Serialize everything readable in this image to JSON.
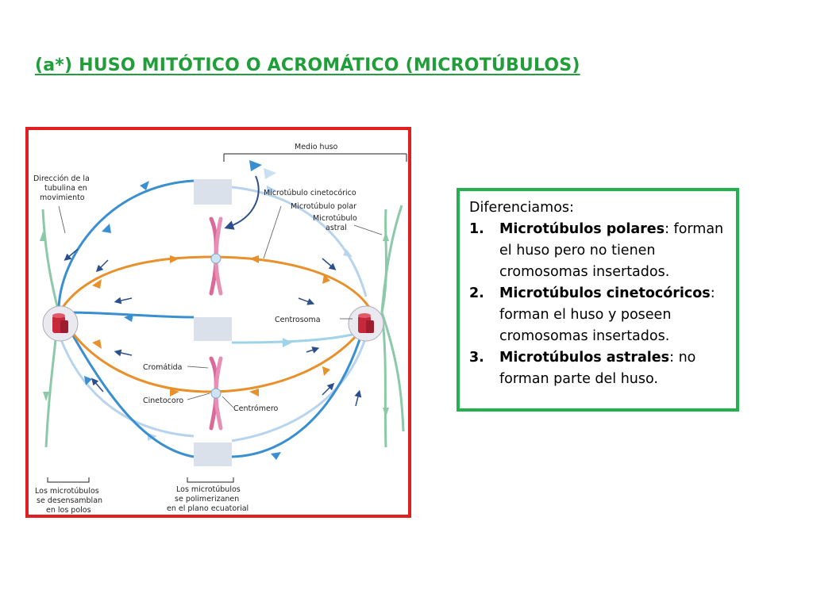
{
  "title": "(a*) HUSO MITÓTICO O ACROMÁTICO (MICROTÚBULOS)",
  "colors": {
    "title": "#1f9e3a",
    "diagram_border": "#e02020",
    "info_border": "#22b14c",
    "kinetochore_mt": "#3a8fd0",
    "polar_mt": "#e8902a",
    "astral_mt": "#8cc9a8",
    "chromosome": "#d96a9a",
    "centrosome": "#c8283c"
  },
  "diagram": {
    "label_medio_huso": "Medio huso",
    "label_direccion_1": "Dirección de la",
    "label_direccion_2": "tubulina en",
    "label_direccion_3": "movimiento",
    "label_mt_cinetocorico": "Microtúbulo cinetocórico",
    "label_mt_polar": "Microtúbulo polar",
    "label_mt_astral_1": "Microtúbulo",
    "label_mt_astral_2": "astral",
    "label_centrosoma": "Centrosoma",
    "label_cromatida": "Cromátida",
    "label_cinetocoro": "Cinetocoro",
    "label_centromero": "Centrómero",
    "label_desensamblan_1": "Los microtúbulos",
    "label_desensamblan_2": "se desensamblan",
    "label_desensamblan_3": "en los polos",
    "label_polimerizan_1": "Los microtúbulos",
    "label_polimerizan_2": "se polimerizanen",
    "label_polimerizan_3": "en el plano ecuatorial"
  },
  "info": {
    "intro": "Diferenciamos:",
    "items": [
      {
        "num": "1.",
        "term": "Microtúbulos polares",
        "sep": ":",
        "text": " forman el huso pero no tienen cromosomas insertados."
      },
      {
        "num": "2.",
        "term": "Microtúbulos cinetocóricos",
        "sep": ":",
        "text": " forman el huso y poseen cromosomas insertados."
      },
      {
        "num": "3.",
        "term": "Microtúbulos astrales",
        "sep": ":",
        "text": " no forman parte del huso."
      }
    ]
  }
}
